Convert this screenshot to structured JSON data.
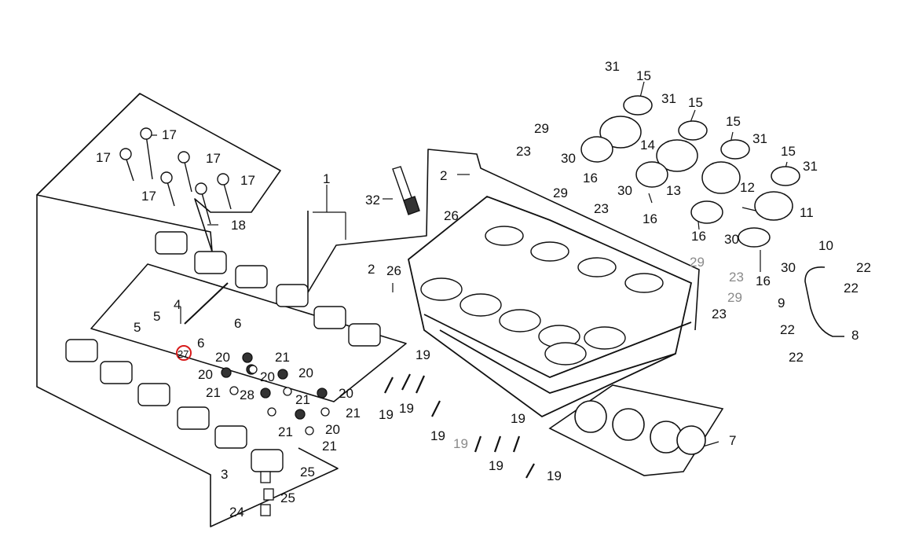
{
  "highlight": {
    "callout": "27",
    "color": "#d81b1b"
  },
  "callouts": [
    {
      "id": "c31a",
      "text": "31"
    },
    {
      "id": "c15a",
      "text": "15"
    },
    {
      "id": "c31b",
      "text": "31"
    },
    {
      "id": "c15b",
      "text": "15"
    },
    {
      "id": "c29a",
      "text": "29"
    },
    {
      "id": "c15c",
      "text": "15"
    },
    {
      "id": "c31c",
      "text": "31"
    },
    {
      "id": "c23a",
      "text": "23"
    },
    {
      "id": "c30a",
      "text": "30"
    },
    {
      "id": "c14",
      "text": "14"
    },
    {
      "id": "c15d",
      "text": "15"
    },
    {
      "id": "c31d",
      "text": "31"
    },
    {
      "id": "c2a",
      "text": "2"
    },
    {
      "id": "c1",
      "text": "1"
    },
    {
      "id": "c16a",
      "text": "16"
    },
    {
      "id": "c29b",
      "text": "29"
    },
    {
      "id": "c30b",
      "text": "30"
    },
    {
      "id": "c13",
      "text": "13"
    },
    {
      "id": "c12",
      "text": "12"
    },
    {
      "id": "c32",
      "text": "32"
    },
    {
      "id": "c23b",
      "text": "23"
    },
    {
      "id": "c16b",
      "text": "16"
    },
    {
      "id": "c11",
      "text": "11"
    },
    {
      "id": "c26a",
      "text": "26"
    },
    {
      "id": "c16c",
      "text": "16"
    },
    {
      "id": "c30c",
      "text": "30"
    },
    {
      "id": "c10",
      "text": "10"
    },
    {
      "id": "c29c",
      "text": "29"
    },
    {
      "id": "c30d",
      "text": "30"
    },
    {
      "id": "c22a",
      "text": "22"
    },
    {
      "id": "c23c",
      "text": "23"
    },
    {
      "id": "c16d",
      "text": "16"
    },
    {
      "id": "c22b",
      "text": "22"
    },
    {
      "id": "c2b",
      "text": "2"
    },
    {
      "id": "c26b",
      "text": "26"
    },
    {
      "id": "c29d",
      "text": "29"
    },
    {
      "id": "c9",
      "text": "9"
    },
    {
      "id": "c23d",
      "text": "23"
    },
    {
      "id": "c22c",
      "text": "22"
    },
    {
      "id": "c8",
      "text": "8"
    },
    {
      "id": "c22d",
      "text": "22"
    },
    {
      "id": "c17a",
      "text": "17"
    },
    {
      "id": "c17b",
      "text": "17"
    },
    {
      "id": "c17c",
      "text": "17"
    },
    {
      "id": "c17d",
      "text": "17"
    },
    {
      "id": "c17e",
      "text": "17"
    },
    {
      "id": "c18",
      "text": "18"
    },
    {
      "id": "c4",
      "text": "4"
    },
    {
      "id": "c5a",
      "text": "5"
    },
    {
      "id": "c5b",
      "text": "5"
    },
    {
      "id": "c6a",
      "text": "6"
    },
    {
      "id": "c6b",
      "text": "6"
    },
    {
      "id": "c27",
      "text": "27"
    },
    {
      "id": "c20a",
      "text": "20"
    },
    {
      "id": "c21a",
      "text": "21"
    },
    {
      "id": "c20b",
      "text": "20"
    },
    {
      "id": "c20c",
      "text": "20"
    },
    {
      "id": "c20d",
      "text": "20"
    },
    {
      "id": "c21b",
      "text": "21"
    },
    {
      "id": "c28",
      "text": "28"
    },
    {
      "id": "c20e",
      "text": "20"
    },
    {
      "id": "c21c",
      "text": "21"
    },
    {
      "id": "c21d",
      "text": "21"
    },
    {
      "id": "c21e",
      "text": "21"
    },
    {
      "id": "c20f",
      "text": "20"
    },
    {
      "id": "c21f",
      "text": "21"
    },
    {
      "id": "c19a",
      "text": "19"
    },
    {
      "id": "c19b",
      "text": "19"
    },
    {
      "id": "c19c",
      "text": "19"
    },
    {
      "id": "c19d",
      "text": "19"
    },
    {
      "id": "c19e",
      "text": "19"
    },
    {
      "id": "c19f",
      "text": "19"
    },
    {
      "id": "c19g",
      "text": "19"
    },
    {
      "id": "c19h",
      "text": "19"
    },
    {
      "id": "c7",
      "text": "7"
    },
    {
      "id": "c3",
      "text": "3"
    },
    {
      "id": "c25a",
      "text": "25"
    },
    {
      "id": "c25b",
      "text": "25"
    },
    {
      "id": "c24",
      "text": "24"
    }
  ]
}
